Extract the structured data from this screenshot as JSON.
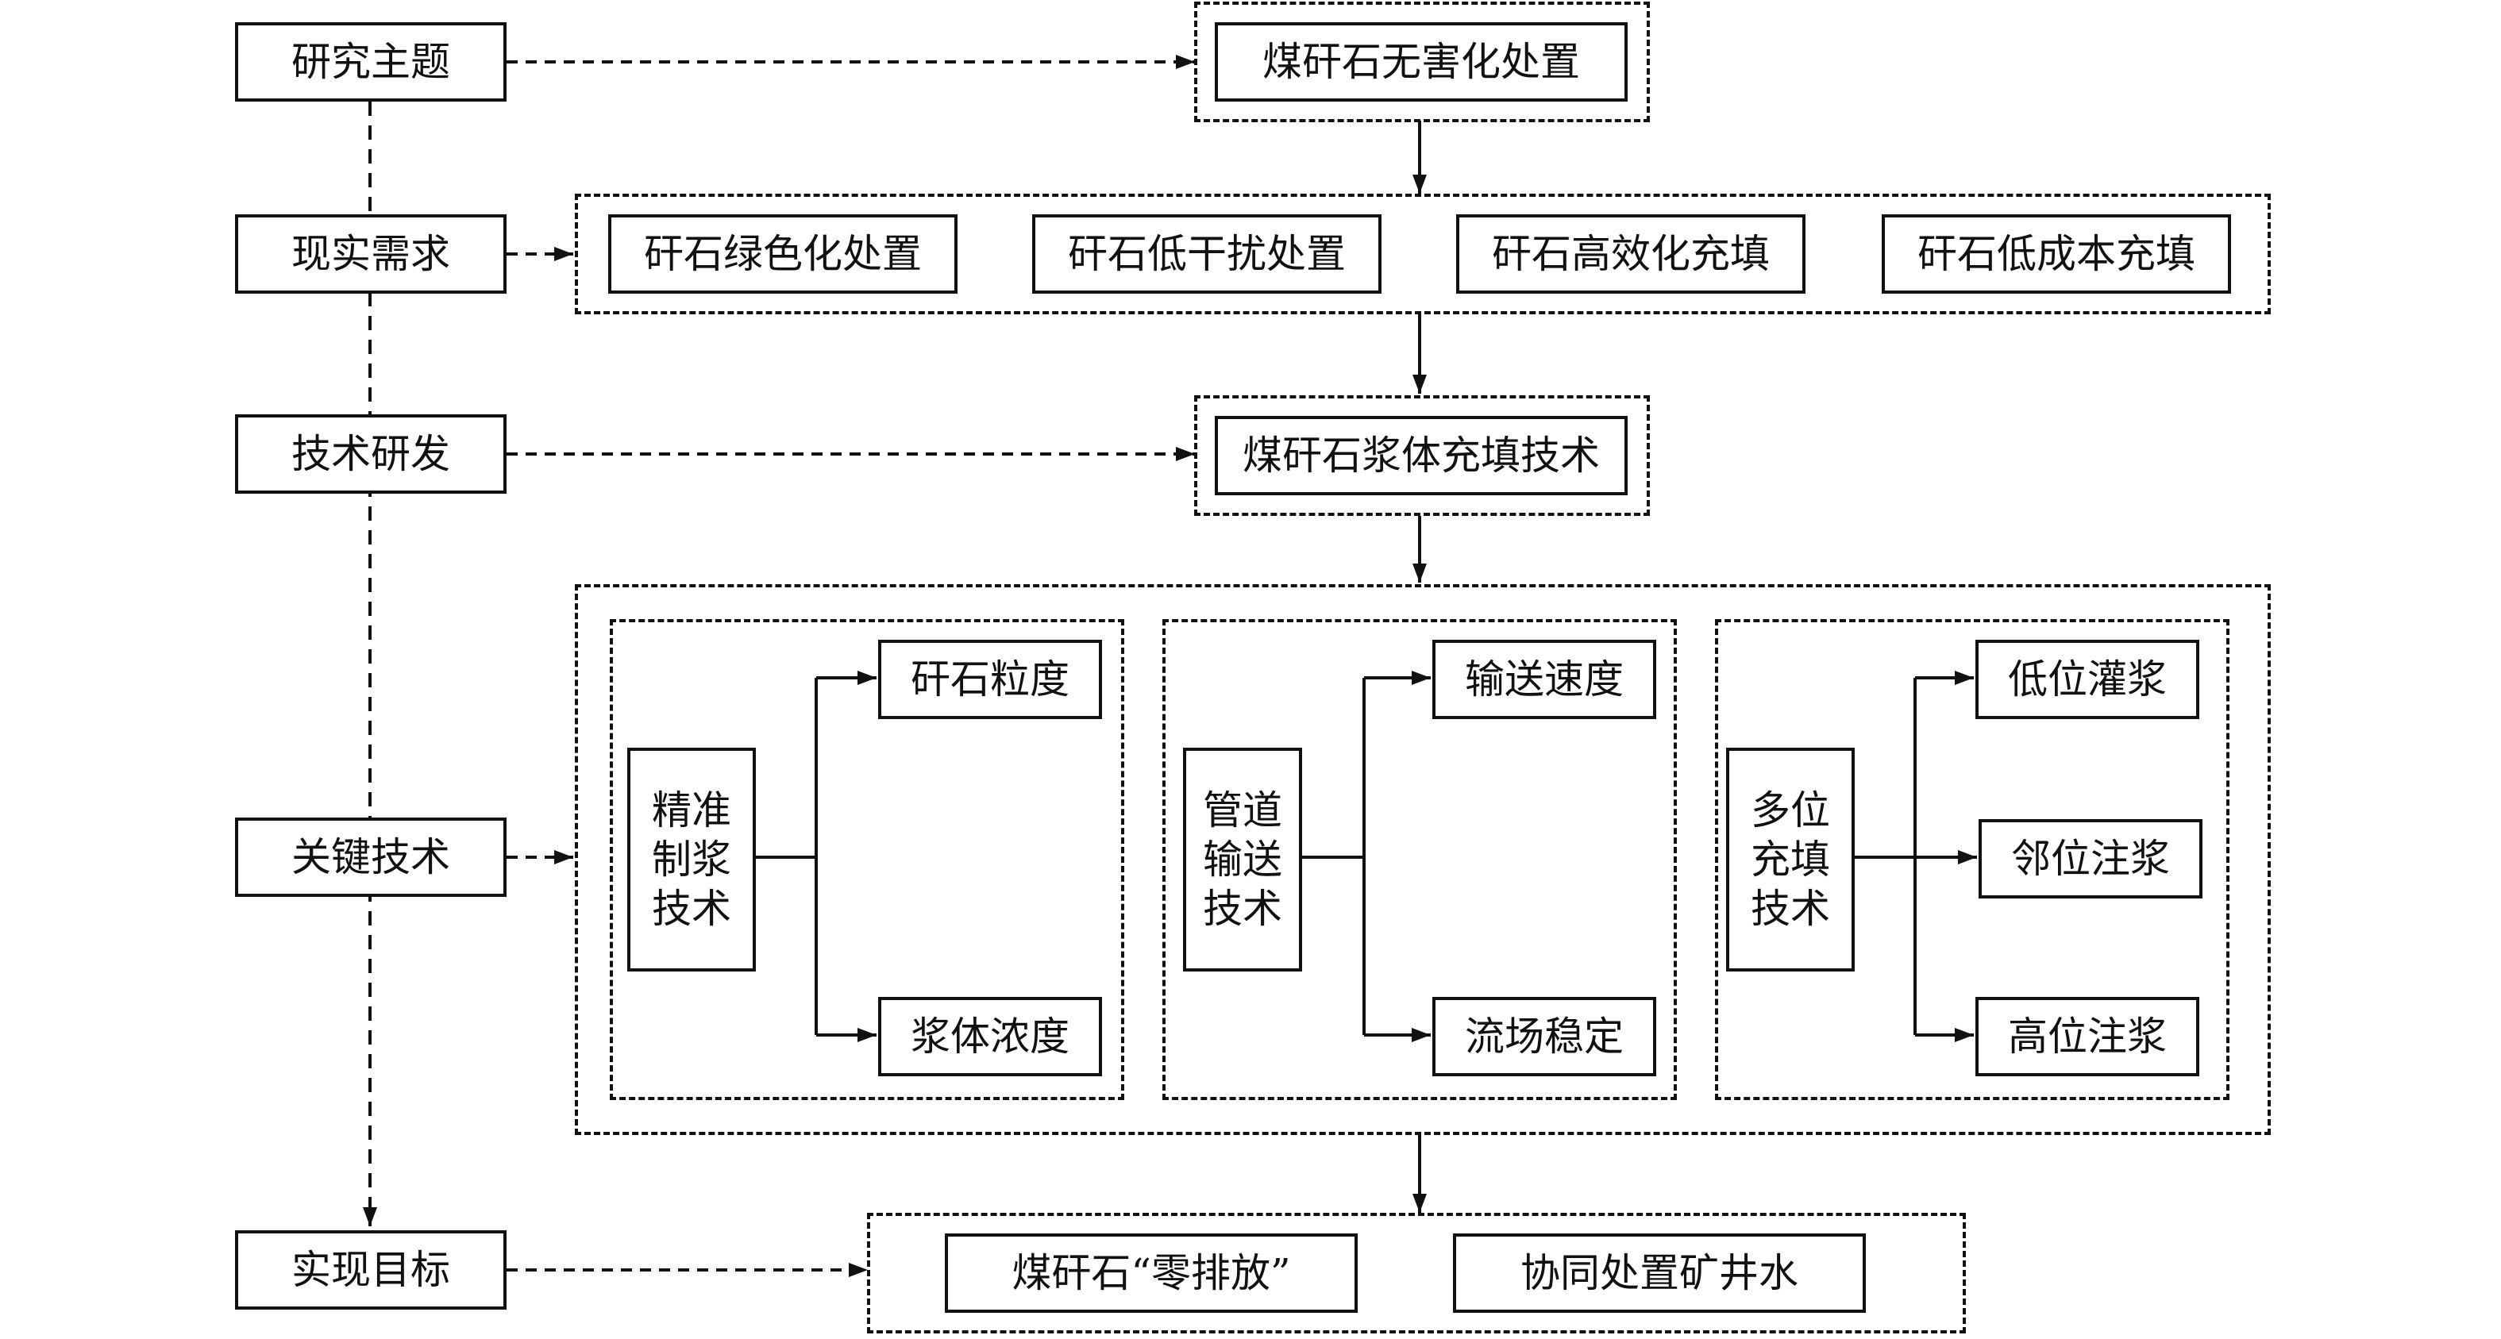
{
  "left_column": {
    "topic": "研究主题",
    "demand": "现实需求",
    "rd": "技术研发",
    "key_tech": "关键技术",
    "goal": "实现目标"
  },
  "topic": {
    "title": "煤矸石无害化处置"
  },
  "demands": [
    "矸石绿色化处置",
    "矸石低干扰处置",
    "矸石高效化充填",
    "矸石低成本充填"
  ],
  "rd": {
    "title": "煤矸石浆体充填技术"
  },
  "key_groups": [
    {
      "main": "精准\n制浆\n技术",
      "items": [
        "矸石粒度",
        "浆体浓度"
      ]
    },
    {
      "main": "管道\n输送\n技术",
      "items": [
        "输送速度",
        "流场稳定"
      ]
    },
    {
      "main": "多位\n充填\n技术",
      "items": [
        "低位灌浆",
        "邻位注浆",
        "高位注浆"
      ]
    }
  ],
  "goals": [
    "煤矸石“零排放”",
    "协同处置矿井水"
  ]
}
